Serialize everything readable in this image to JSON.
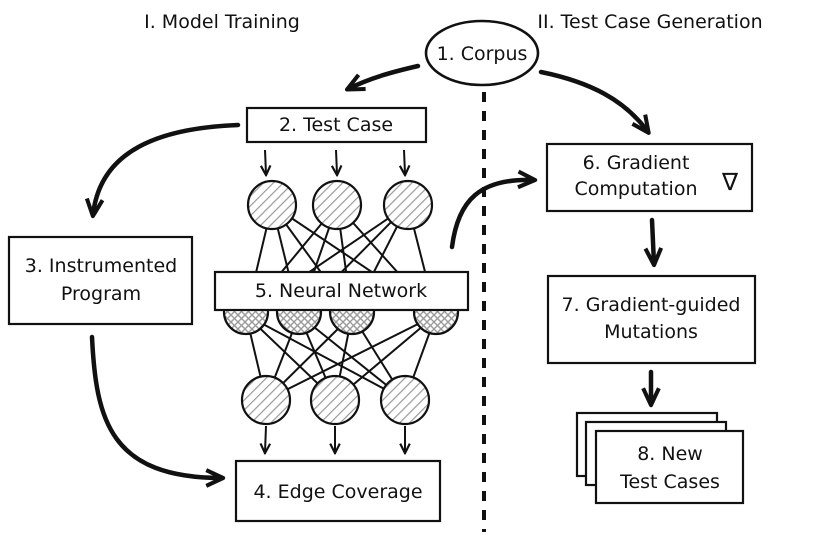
{
  "sections": {
    "left_title": "I. Model Training",
    "right_title": "II. Test Case Generation"
  },
  "nodes": {
    "corpus": "1. Corpus",
    "test_case": "2. Test Case",
    "instrumented_line1": "3. Instrumented",
    "instrumented_line2": "Program",
    "edge_coverage": "4. Edge Coverage",
    "neural_network": "5. Neural Network",
    "gradient_line1": "6. Gradient",
    "gradient_line2": "Computation",
    "gradient_symbol": "∇",
    "mutations_line1": "7. Gradient-guided",
    "mutations_line2": "Mutations",
    "new_cases_line1": "8. New",
    "new_cases_line2": "Test Cases"
  }
}
